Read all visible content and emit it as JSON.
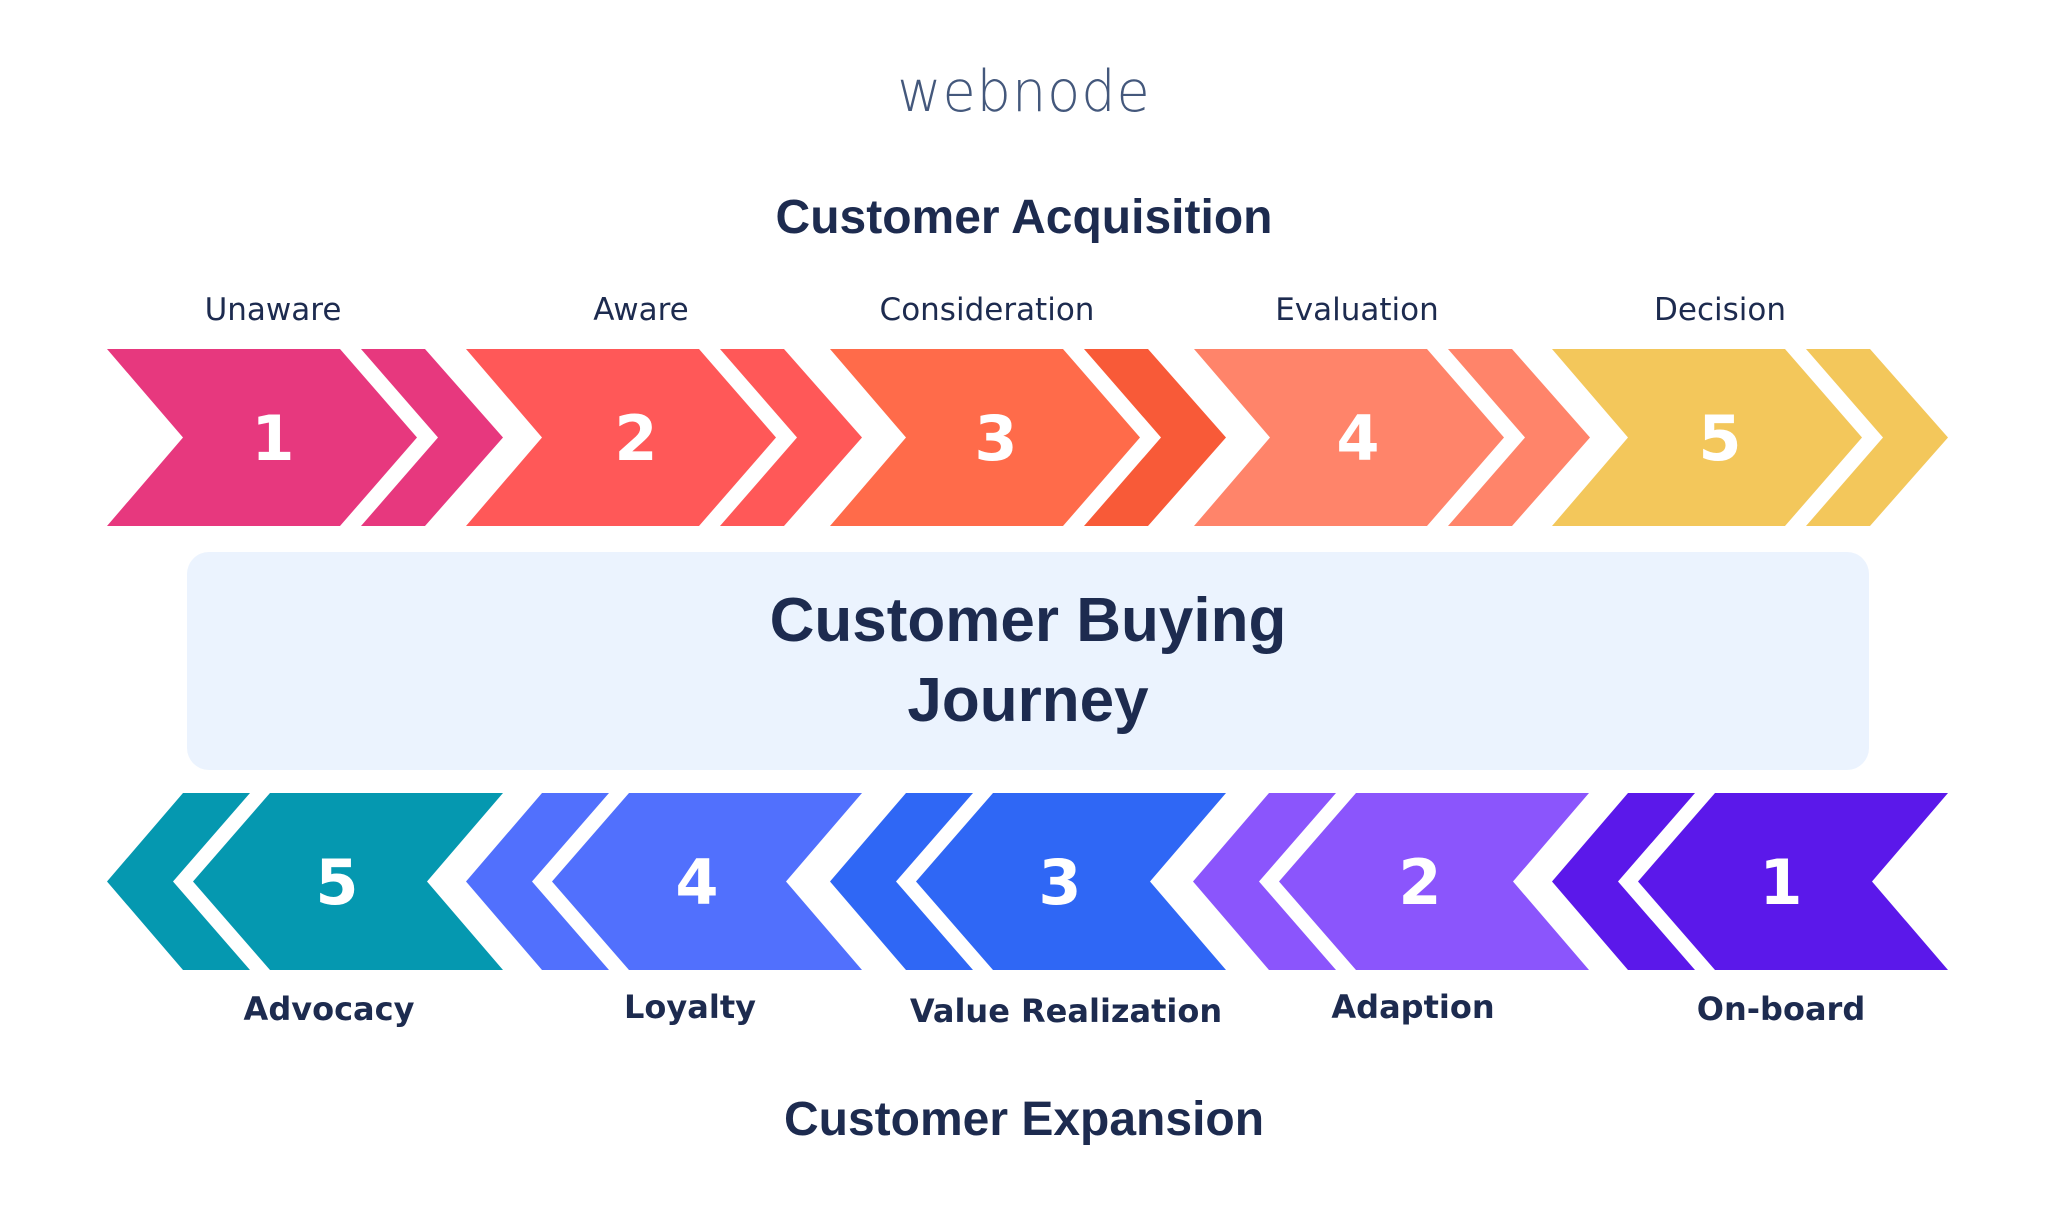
{
  "logo": {
    "text": "webnode"
  },
  "acquisition": {
    "title": "Customer Acquisition",
    "stages": [
      {
        "number": "1",
        "label": "Unaware",
        "color": "#E7387E",
        "chevron_color": "#E7387E"
      },
      {
        "number": "2",
        "label": "Aware",
        "color": "#FF5858",
        "chevron_color": "#FF5858"
      },
      {
        "number": "3",
        "label": "Consideration",
        "color": "#FF6B4A",
        "chevron_color": "#F85A38"
      },
      {
        "number": "4",
        "label": "Evaluation",
        "color": "#FF846A",
        "chevron_color": "#FF846A"
      },
      {
        "number": "5",
        "label": "Decision",
        "color": "#F3C75B",
        "chevron_color": "#F3C75B"
      }
    ]
  },
  "center": {
    "line1": "Customer Buying",
    "line2": "Journey",
    "background": "#EBF3FE"
  },
  "expansion": {
    "title": "Customer Expansion",
    "stages": [
      {
        "number": "5",
        "label": "Advocacy",
        "color": "#0598B0",
        "chevron_color": "#0598B0"
      },
      {
        "number": "4",
        "label": "Loyalty",
        "color": "#5170FD",
        "chevron_color": "#5170FD"
      },
      {
        "number": "3",
        "label": "Value Realization",
        "color": "#2F67F5",
        "chevron_color": "#2F67F5"
      },
      {
        "number": "2",
        "label": "Adaption",
        "color": "#8B55FC",
        "chevron_color": "#8B55FC"
      },
      {
        "number": "1",
        "label": "On-board",
        "color": "#5B18EA",
        "chevron_color": "#5B18EA"
      }
    ]
  },
  "colors": {
    "text_dark": "#1D2B4F",
    "logo": "#44587C"
  }
}
